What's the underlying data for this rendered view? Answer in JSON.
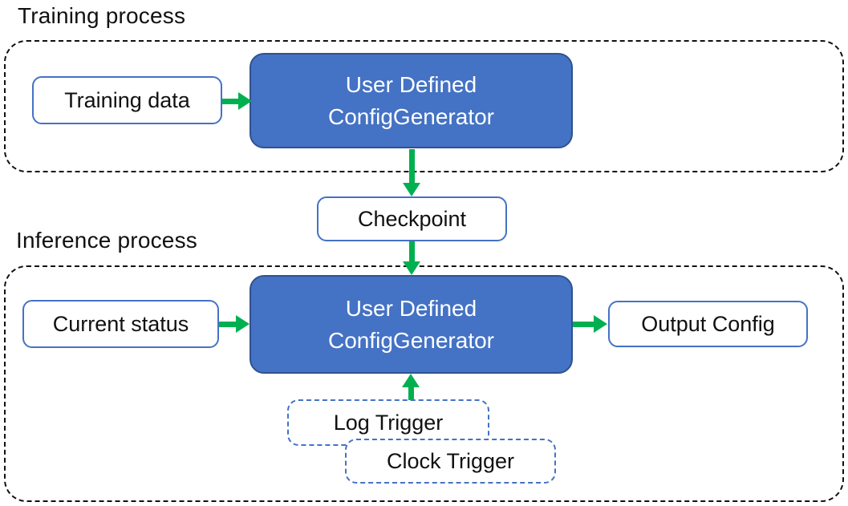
{
  "diagram": {
    "colors": {
      "accent_blue": "#4472C4",
      "accent_blue_dark": "#2F528F",
      "green": "#00B050",
      "outline_black": "#111111"
    },
    "sections": {
      "training": {
        "title": "Training process"
      },
      "inference": {
        "title": "Inference process"
      }
    },
    "nodes": {
      "training_data": {
        "label": "Training data"
      },
      "config_generator_training": {
        "line1": "User Defined",
        "line2": "ConfigGenerator"
      },
      "checkpoint": {
        "label": "Checkpoint"
      },
      "current_status": {
        "label": "Current status"
      },
      "config_generator_inference": {
        "line1": "User Defined",
        "line2": "ConfigGenerator"
      },
      "output_config": {
        "label": "Output Config"
      },
      "log_trigger": {
        "label": "Log Trigger"
      },
      "clock_trigger": {
        "label": "Clock Trigger"
      }
    },
    "edges": [
      "training_data -> config_generator_training",
      "config_generator_training -> checkpoint",
      "checkpoint -> config_generator_inference",
      "current_status -> config_generator_inference",
      "config_generator_inference -> output_config",
      "log_trigger -> config_generator_inference"
    ]
  }
}
